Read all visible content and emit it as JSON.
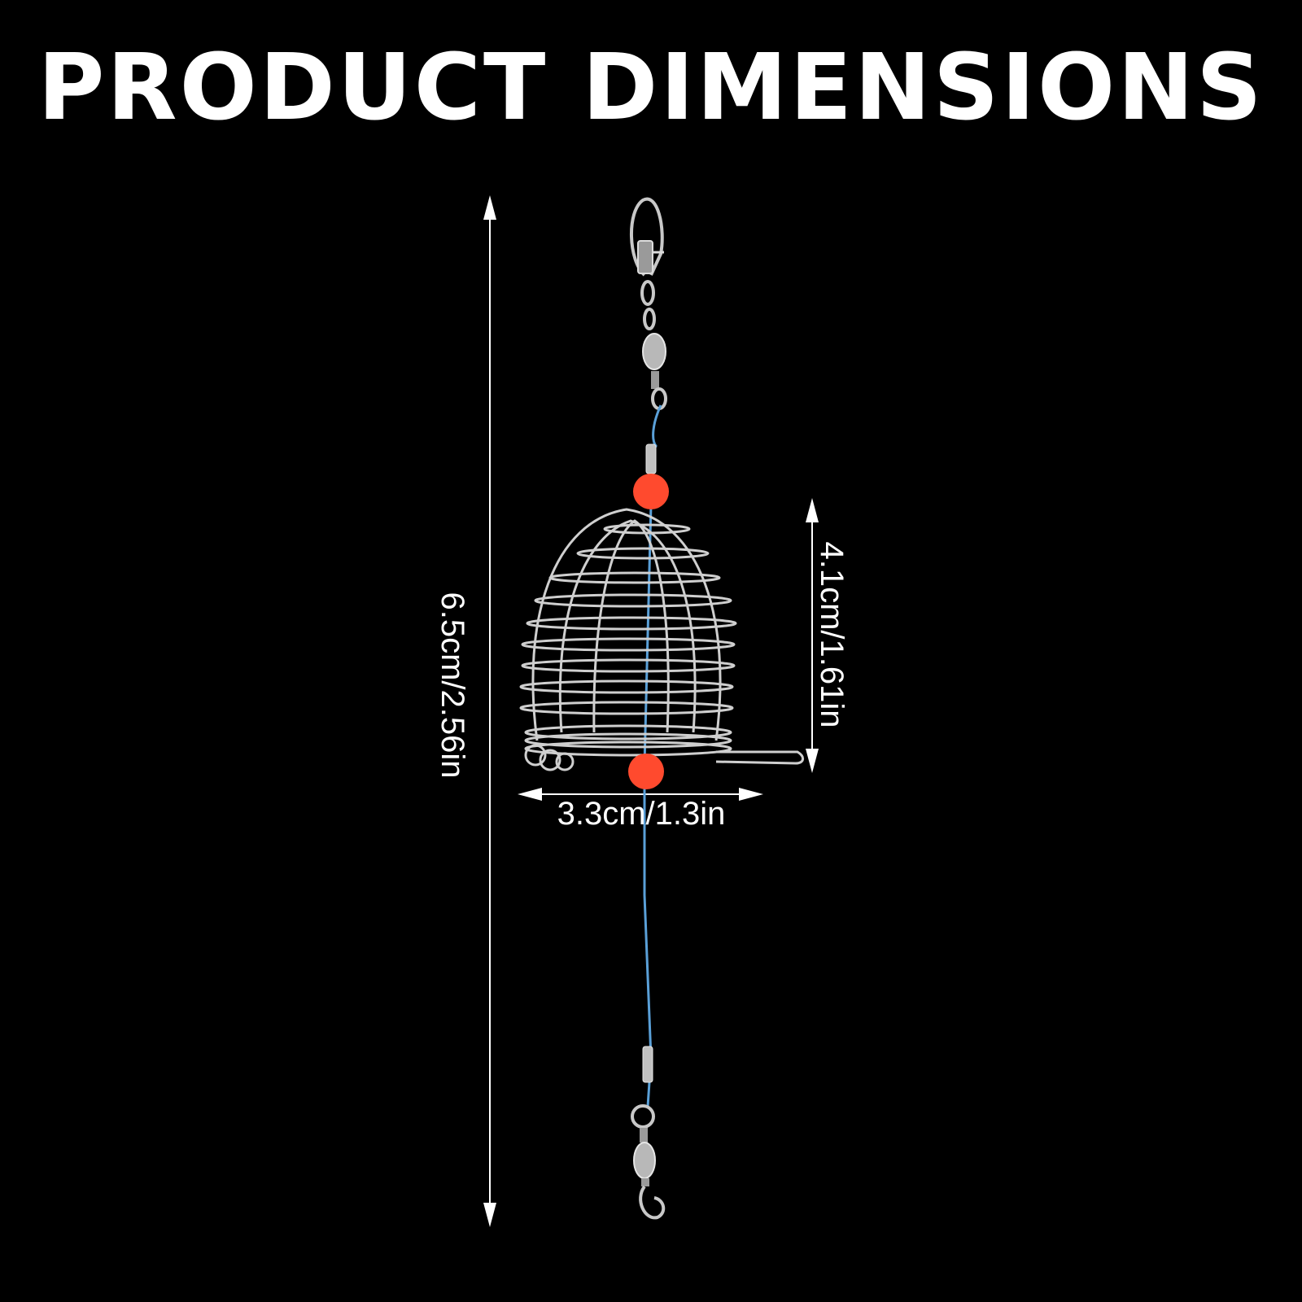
{
  "header": {
    "title": "PRODUCT DIMENSIONS"
  },
  "dimensions": {
    "total_length": "6.5cm/2.56in",
    "cage_height": "4.1cm/1.61in",
    "cage_width": "3.3cm/1.3in"
  },
  "colors": {
    "background": "#000000",
    "text": "#ffffff",
    "wire": "#c8c8c8",
    "line": "#5aa0d8",
    "bead": "#ff4a2e"
  }
}
